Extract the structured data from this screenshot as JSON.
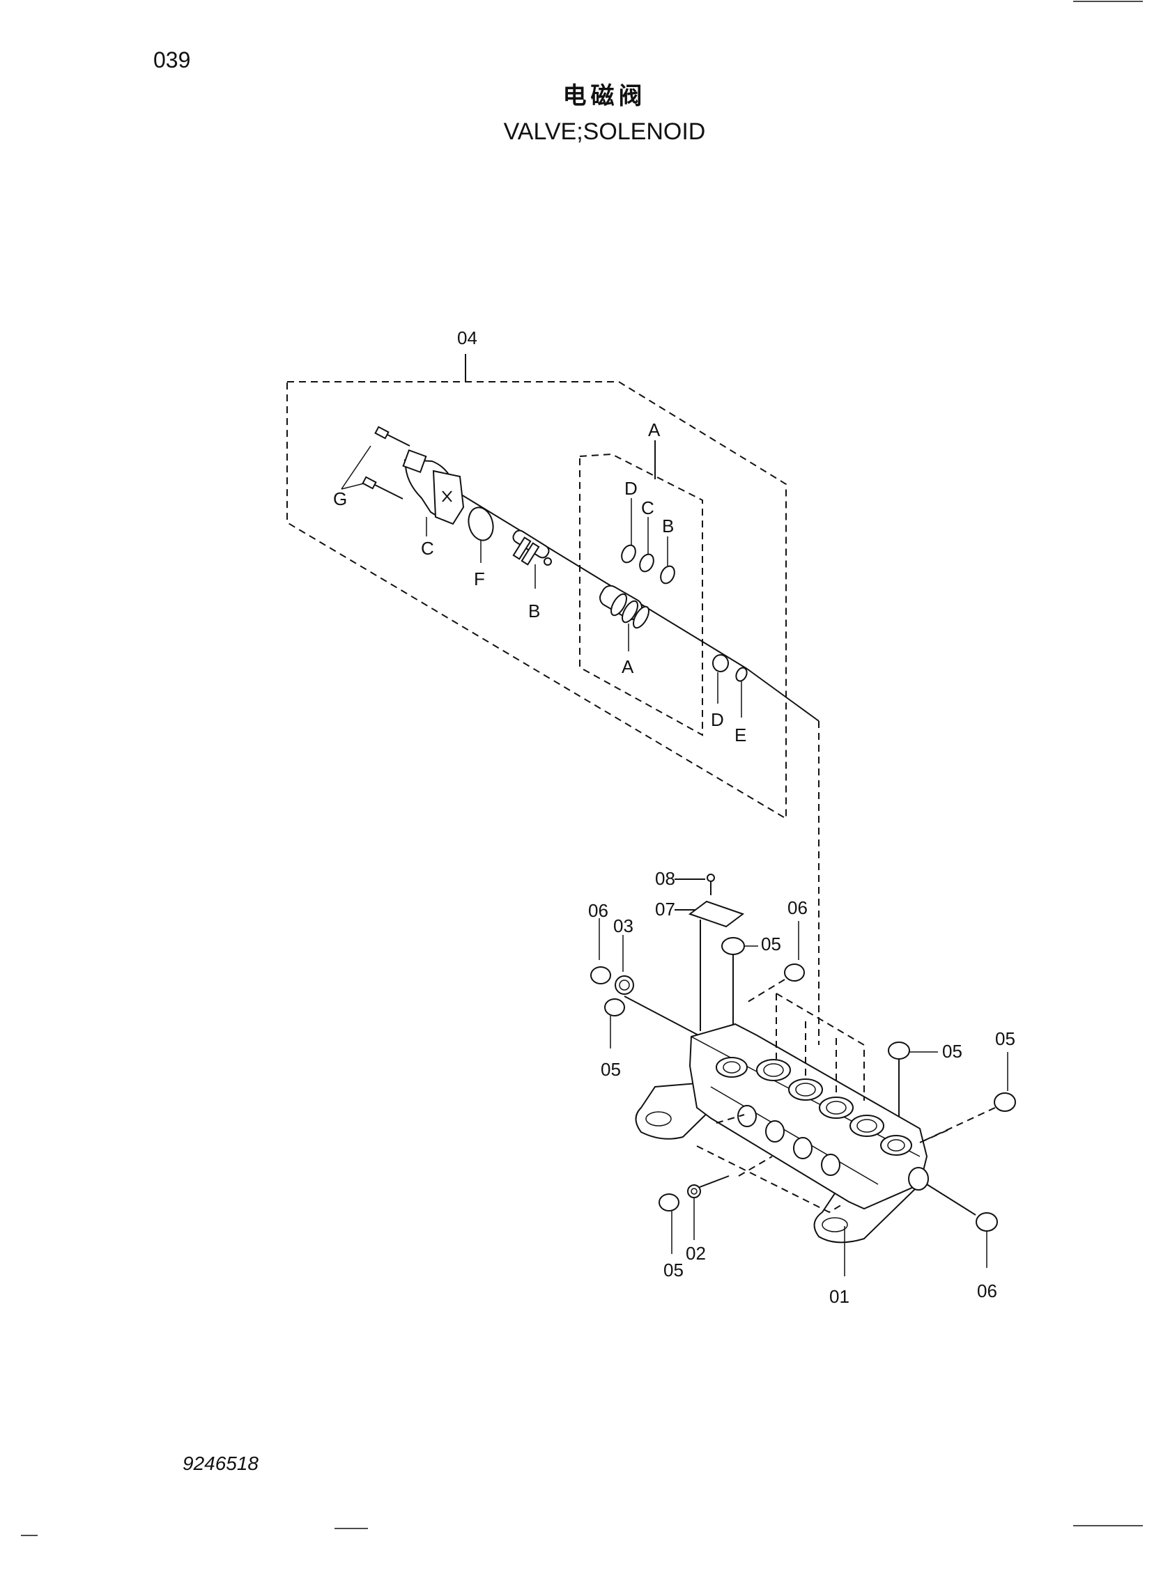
{
  "page": {
    "number": "039",
    "title_cn": "电磁阀",
    "title_en": "VALVE;SOLENOID",
    "drawing_number": "9246518"
  },
  "labels": {
    "assembly_04": "04",
    "group_A_top": "A",
    "group_A_bottom": "A",
    "subpart_G": "G",
    "subpart_C_coil": "C",
    "subpart_F": "F",
    "subpart_B_spool": "B",
    "oring_D_upper": "D",
    "oring_C_upper": "C",
    "oring_B_upper": "B",
    "oring_D_lower": "D",
    "oring_E_lower": "E",
    "part_08": "08",
    "part_07": "07",
    "part_06_left": "06",
    "part_03": "03",
    "part_05_top": "05",
    "part_06_right": "06",
    "part_05_left": "05",
    "part_05_mid_right": "05",
    "part_05_far_right": "05",
    "part_05_bottom": "05",
    "part_02": "02",
    "part_01": "01",
    "part_06_bottom": "06"
  }
}
